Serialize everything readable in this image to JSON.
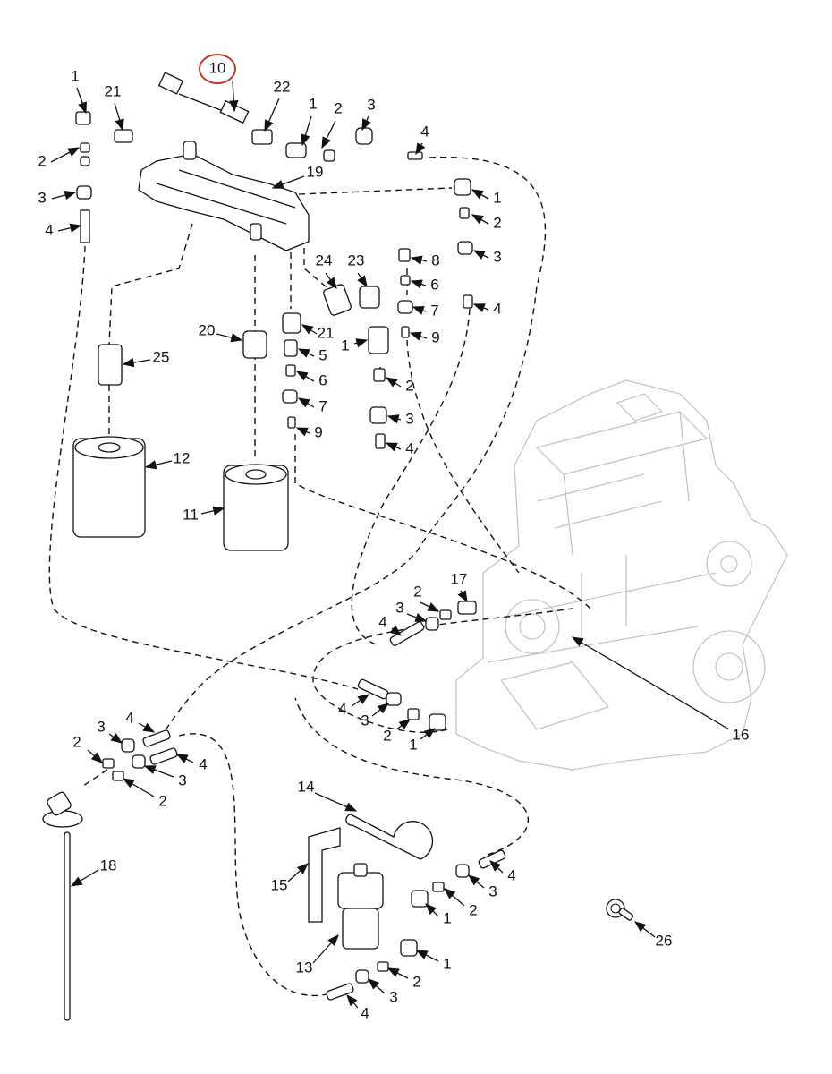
{
  "diagram": {
    "highlight_color": "#c0392b",
    "highlighted_callout": "10",
    "callouts": [
      "10",
      "1",
      "21",
      "22",
      "1",
      "2",
      "3",
      "4",
      "2",
      "3",
      "4",
      "19",
      "1",
      "2",
      "3",
      "24",
      "23",
      "8",
      "6",
      "7",
      "4",
      "20",
      "21",
      "9",
      "1",
      "5",
      "25",
      "6",
      "2",
      "7",
      "3",
      "9",
      "4",
      "12",
      "11",
      "17",
      "2",
      "3",
      "4",
      "16",
      "4",
      "3",
      "2",
      "1",
      "4",
      "3",
      "2",
      "4",
      "3",
      "2",
      "14",
      "18",
      "15",
      "4",
      "3",
      "2",
      "1",
      "26",
      "13",
      "1",
      "2",
      "3",
      "4"
    ]
  }
}
